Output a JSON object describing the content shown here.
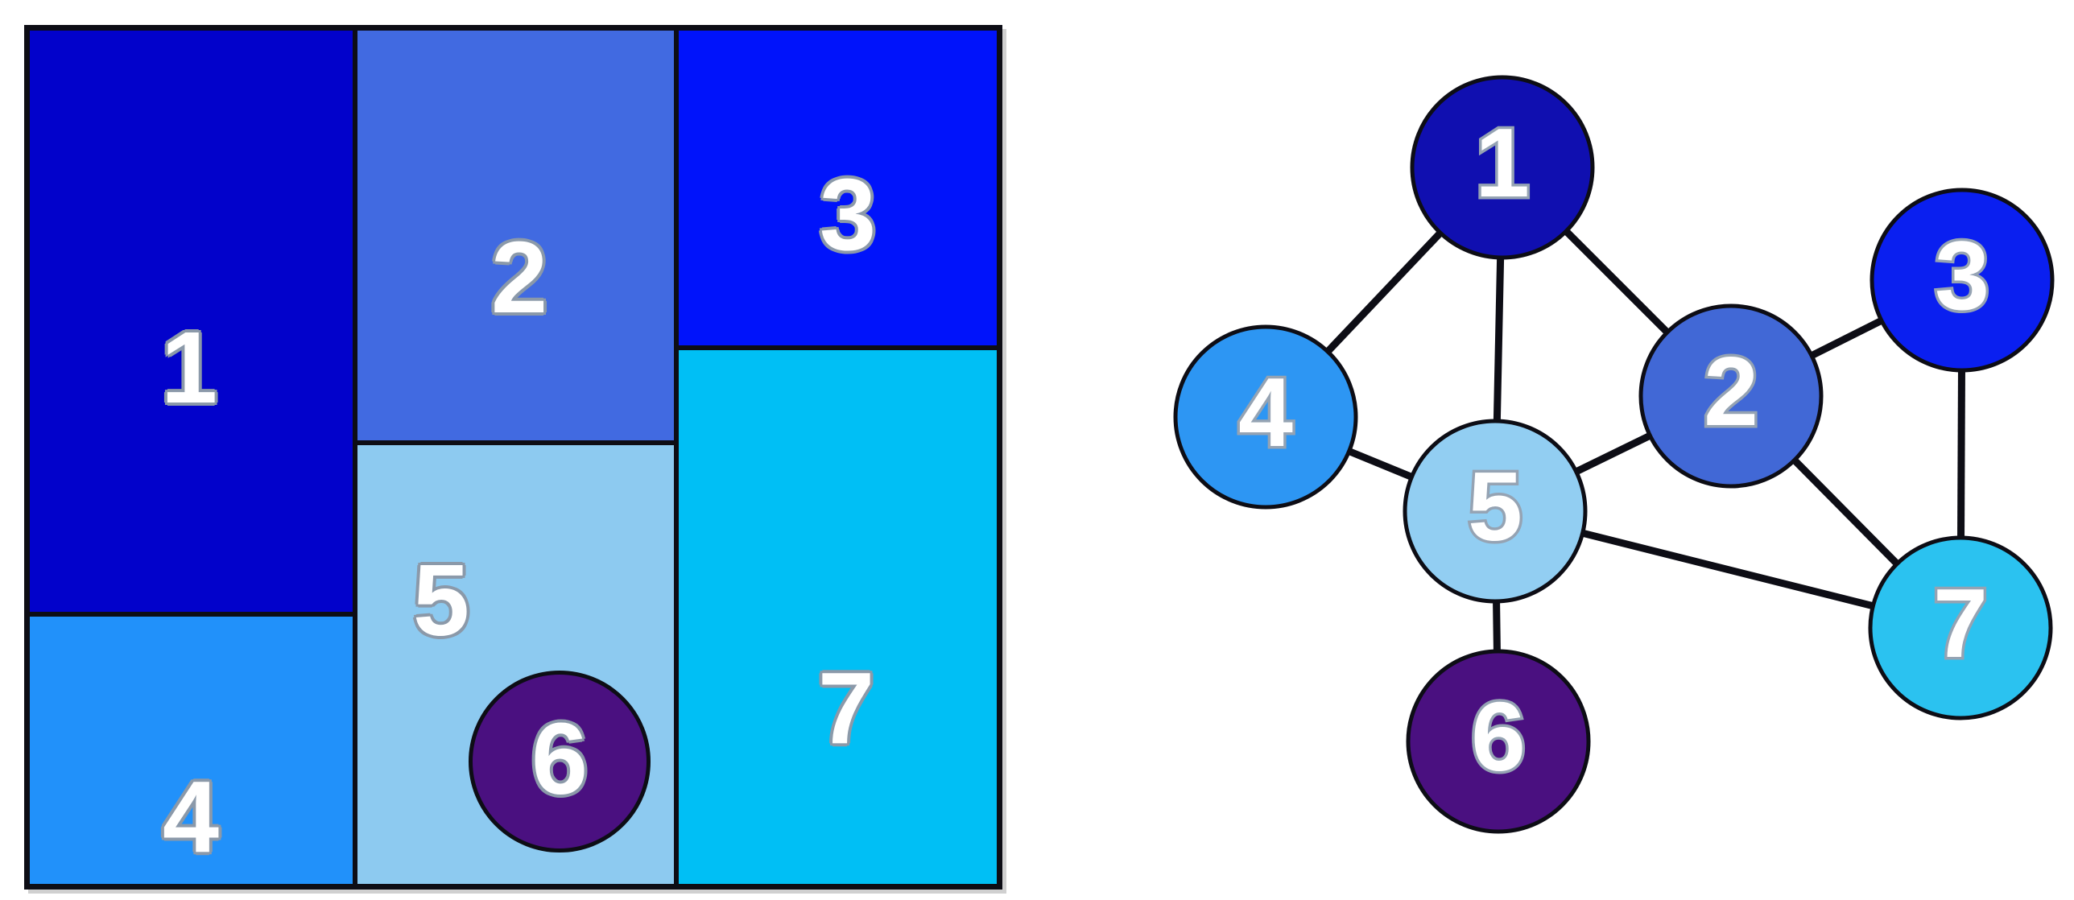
{
  "page": {
    "background": "#ffffff"
  },
  "treemap": {
    "border_color": "#0d0d15",
    "label_color": "#ffffff",
    "regions": [
      {
        "id": 1,
        "label": "1",
        "color": "#0202CB"
      },
      {
        "id": 2,
        "label": "2",
        "color": "#416AE1"
      },
      {
        "id": 3,
        "label": "3",
        "color": "#0013FB"
      },
      {
        "id": 4,
        "label": "4",
        "color": "#2191FA"
      },
      {
        "id": 5,
        "label": "5",
        "color": "#8DCAF0"
      },
      {
        "id": 6,
        "label": "6",
        "color": "#4A1080"
      },
      {
        "id": 7,
        "label": "7",
        "color": "#00BFF5"
      }
    ]
  },
  "graph": {
    "edge_color": "#0d0d15",
    "node_outline_color": "#0d0d15",
    "label_color": "#ffffff",
    "nodes": [
      {
        "id": 1,
        "label": "1",
        "color": "#100FB0"
      },
      {
        "id": 2,
        "label": "2",
        "color": "#4168D6"
      },
      {
        "id": 3,
        "label": "3",
        "color": "#0A1FF0"
      },
      {
        "id": 4,
        "label": "4",
        "color": "#2D96F3"
      },
      {
        "id": 5,
        "label": "5",
        "color": "#92CEF2"
      },
      {
        "id": 6,
        "label": "6",
        "color": "#4A1080"
      },
      {
        "id": 7,
        "label": "7",
        "color": "#2BC2F0"
      }
    ],
    "edges": [
      "1-2",
      "1-4",
      "1-5",
      "2-3",
      "2-5",
      "2-7",
      "3-7",
      "4-5",
      "5-6",
      "5-7"
    ]
  }
}
